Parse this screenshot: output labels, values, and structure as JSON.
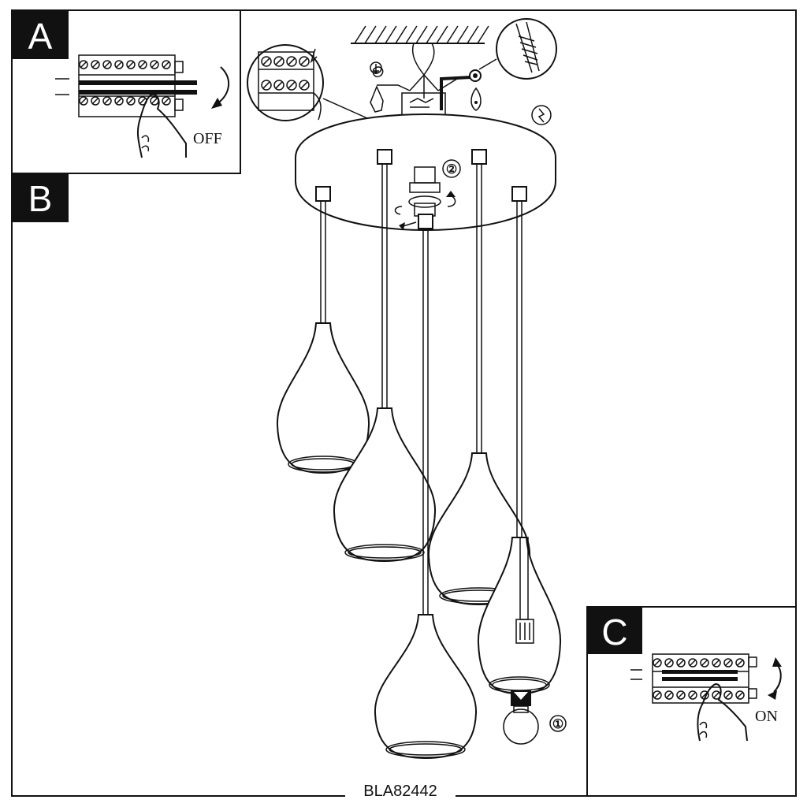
{
  "steps": {
    "a": {
      "letter": "A",
      "action_label": "OFF"
    },
    "b": {
      "letter": "B"
    },
    "c": {
      "letter": "C",
      "action_label": "ON"
    }
  },
  "callouts": {
    "bulb_step": "①",
    "turn_step": "②"
  },
  "product_code": "BLA82442",
  "icons": {
    "ground_symbol": "ground-icon",
    "live_symbol": "earth-clip-icon"
  }
}
